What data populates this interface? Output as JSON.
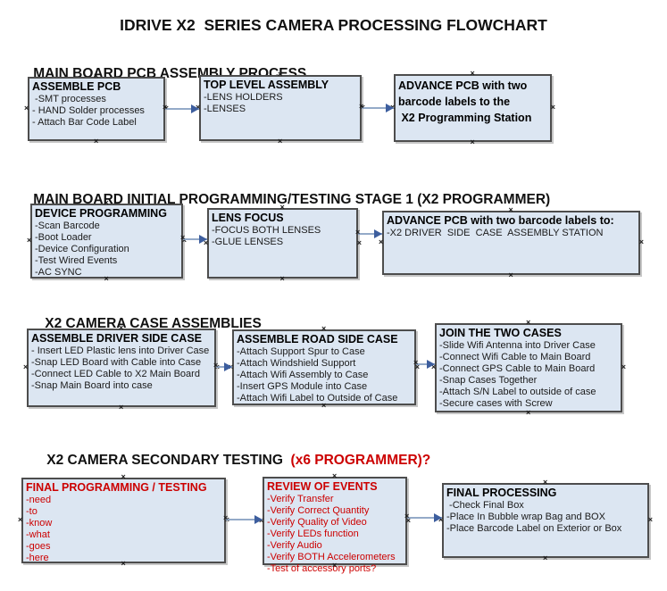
{
  "title": "IDRIVE X2  SERIES CAMERA PROCESSING FLOWCHART",
  "colors": {
    "box_fill": "#dce6f2",
    "box_border": "#4d4d4d",
    "red_text": "#cc0000",
    "black_text": "#111111",
    "connector_line": "#94aac8",
    "connector_arrowhead": "#3d5e9e"
  },
  "icons": {
    "connection_point_glyph": "×",
    "arrowhead_shape": "right-triangle"
  },
  "sections": [
    {
      "heading": "MAIN BOARD PCB ASSEMBLY PROCESS",
      "heading_red": ""
    },
    {
      "heading": "MAIN BOARD INITIAL PROGRAMMING/TESTING STAGE 1 (X2 PROGRAMMER)",
      "heading_red": ""
    },
    {
      "heading": "X2 CAMERA CASE ASSEMBLIES",
      "heading_red": ""
    },
    {
      "heading": "X2 CAMERA SECONDARY TESTING ",
      "heading_red": " (x6 PROGRAMMER)?"
    }
  ],
  "boxes": {
    "a1": {
      "title": "ASSEMBLE PCB",
      "lines": [
        " -SMT processes",
        "- HAND Solder processes",
        "- Attach Bar Code Label"
      ],
      "text_color": "black"
    },
    "a2": {
      "title": "TOP LEVEL ASSEMBLY",
      "lines": [
        "-LENS HOLDERS",
        "-LENSES"
      ],
      "text_color": "black"
    },
    "a3": {
      "title": "ADVANCE PCB with two",
      "lines": [
        "barcode labels to the",
        " X2 Programming Station"
      ],
      "text_color": "black"
    },
    "b1": {
      "title": "DEVICE PROGRAMMING",
      "lines": [
        "-Scan Barcode",
        "-Boot Loader",
        "-Device Configuration",
        "-Test Wired Events",
        "-AC SYNC"
      ],
      "text_color": "black"
    },
    "b2": {
      "title": "LENS FOCUS",
      "lines": [
        "-FOCUS BOTH LENSES",
        "-GLUE LENSES"
      ],
      "text_color": "black"
    },
    "b3": {
      "title": "ADVANCE PCB with two barcode labels to:",
      "lines": [
        "-X2 DRIVER  SIDE  CASE  ASSEMBLY STATION"
      ],
      "text_color": "black"
    },
    "c1": {
      "title": "ASSEMBLE DRIVER SIDE CASE",
      "lines": [
        "- Insert LED Plastic lens into Driver Case",
        "-Snap LED Board with Cable into Case",
        "-Connect LED Cable to X2 Main Board",
        "-Snap Main Board into case"
      ],
      "text_color": "black"
    },
    "c2": {
      "title": "ASSEMBLE ROAD SIDE CASE",
      "lines": [
        "-Attach Support Spur to Case",
        "-Attach Windshield Support",
        "-Attach Wifi Assembly to Case",
        "-Insert GPS Module into Case",
        "-Attach Wifi Label to Outside of Case"
      ],
      "text_color": "black"
    },
    "c3": {
      "title": "JOIN THE TWO CASES",
      "lines": [
        "-Slide Wifi Antenna into Driver Case",
        "-Connect Wifi Cable to Main Board",
        "-Connect GPS Cable to Main Board",
        "-Snap Cases Together",
        "-Attach S/N Label to outside of case",
        "-Secure cases with Screw"
      ],
      "text_color": "black"
    },
    "d1": {
      "title": "FINAL PROGRAMMING / TESTING",
      "lines": [
        "-need",
        "-to",
        "-know",
        "-what",
        "-goes",
        "-here"
      ],
      "text_color": "red"
    },
    "d2": {
      "title": "REVIEW OF EVENTS",
      "lines": [
        "-Verify Transfer",
        "-Verify Correct Quantity",
        "-Verify Quality of Video",
        "-Verify LEDs function",
        "-Verify Audio",
        "-Verify BOTH Accelerometers",
        "-Test of accessory ports?"
      ],
      "text_color": "red"
    },
    "d3": {
      "title": "FINAL PROCESSING",
      "lines": [
        " -Check Final Box",
        "-Place In Bubble wrap Bag and BOX",
        "-Place Barcode Label on Exterior or Box"
      ],
      "text_color": "black"
    }
  }
}
